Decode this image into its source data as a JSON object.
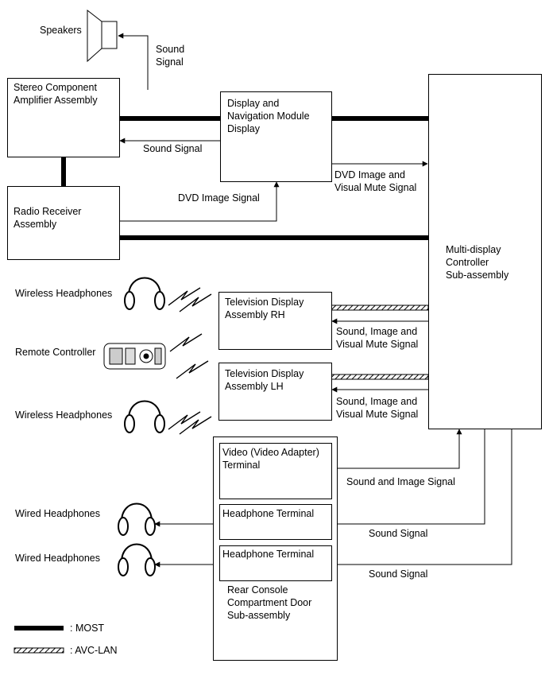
{
  "components": {
    "speakers": "Speakers",
    "stereo_amplifier": "Stereo Component\nAmplifier Assembly",
    "display_nav_module": "Display and\nNavigation Module\nDisplay",
    "radio_receiver": "Radio Receiver\nAssembly",
    "multi_display_controller": "Multi-display\nController\nSub-assembly",
    "tv_display_rh": "Television Display\nAssembly RH",
    "tv_display_lh": "Television Display\nAssembly LH",
    "video_terminal": "Video (Video Adapter)\nTerminal",
    "headphone_terminal_1": "Headphone Terminal",
    "headphone_terminal_2": "Headphone Terminal",
    "rear_console": "Rear Console\nCompartment Door\nSub-assembly",
    "wireless_headphones_1": "Wireless Headphones",
    "remote_controller": "Remote Controller",
    "wireless_headphones_2": "Wireless Headphones",
    "wired_headphones_1": "Wired Headphones",
    "wired_headphones_2": "Wired Headphones"
  },
  "signals": {
    "speaker_sound": "Sound\nSignal",
    "amp_sound": "Sound Signal",
    "dvd_image": "DVD Image Signal",
    "dvd_visual_mute": "DVD Image and\nVisual Mute Signal",
    "tv_rh_signal": "Sound, Image and\nVisual Mute Signal",
    "tv_lh_signal": "Sound, Image and\nVisual Mute Signal",
    "sound_image": "Sound and Image Signal",
    "sound_1": "Sound Signal",
    "sound_2": "Sound Signal"
  },
  "legend": {
    "most": ": MOST",
    "avc_lan": ": AVC-LAN"
  }
}
